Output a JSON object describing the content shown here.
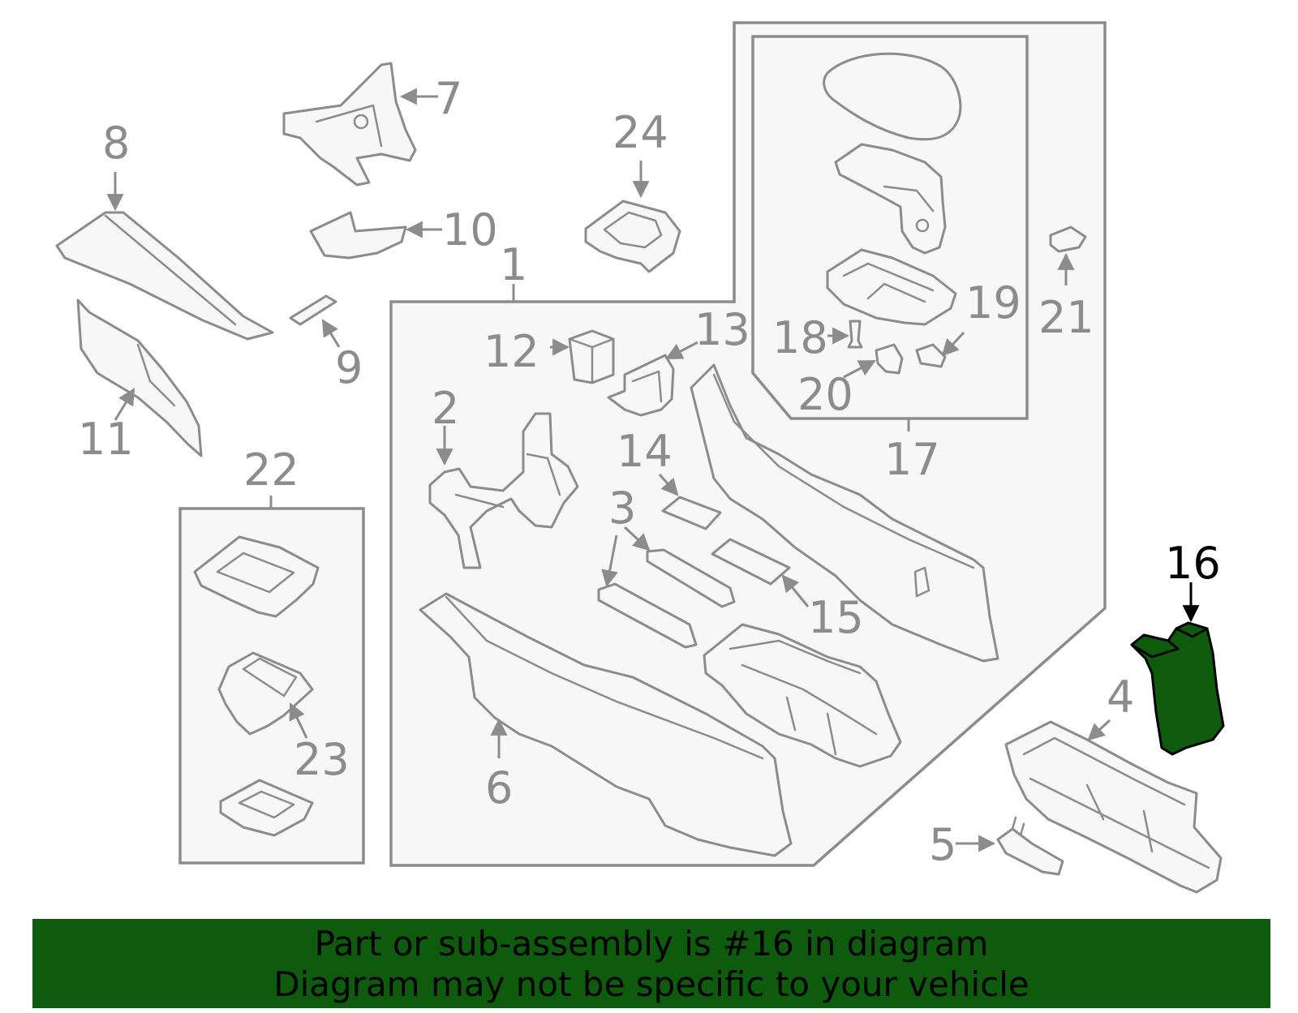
{
  "highlight_color": "#0e5b0e",
  "line_color": "#8c8c8c",
  "callouts": {
    "c1": "1",
    "c2": "2",
    "c3": "3",
    "c4": "4",
    "c5": "5",
    "c6": "6",
    "c7": "7",
    "c8": "8",
    "c9": "9",
    "c10": "10",
    "c11": "11",
    "c12": "12",
    "c13": "13",
    "c14": "14",
    "c15": "15",
    "c16": "16",
    "c17": "17",
    "c18": "18",
    "c19": "19",
    "c20": "20",
    "c21": "21",
    "c22": "22",
    "c23": "23",
    "c24": "24"
  },
  "highlighted_callout": "16",
  "banner": {
    "line1": "Part or sub-assembly is #16 in diagram",
    "line2": "Diagram may not be specific to your vehicle"
  }
}
